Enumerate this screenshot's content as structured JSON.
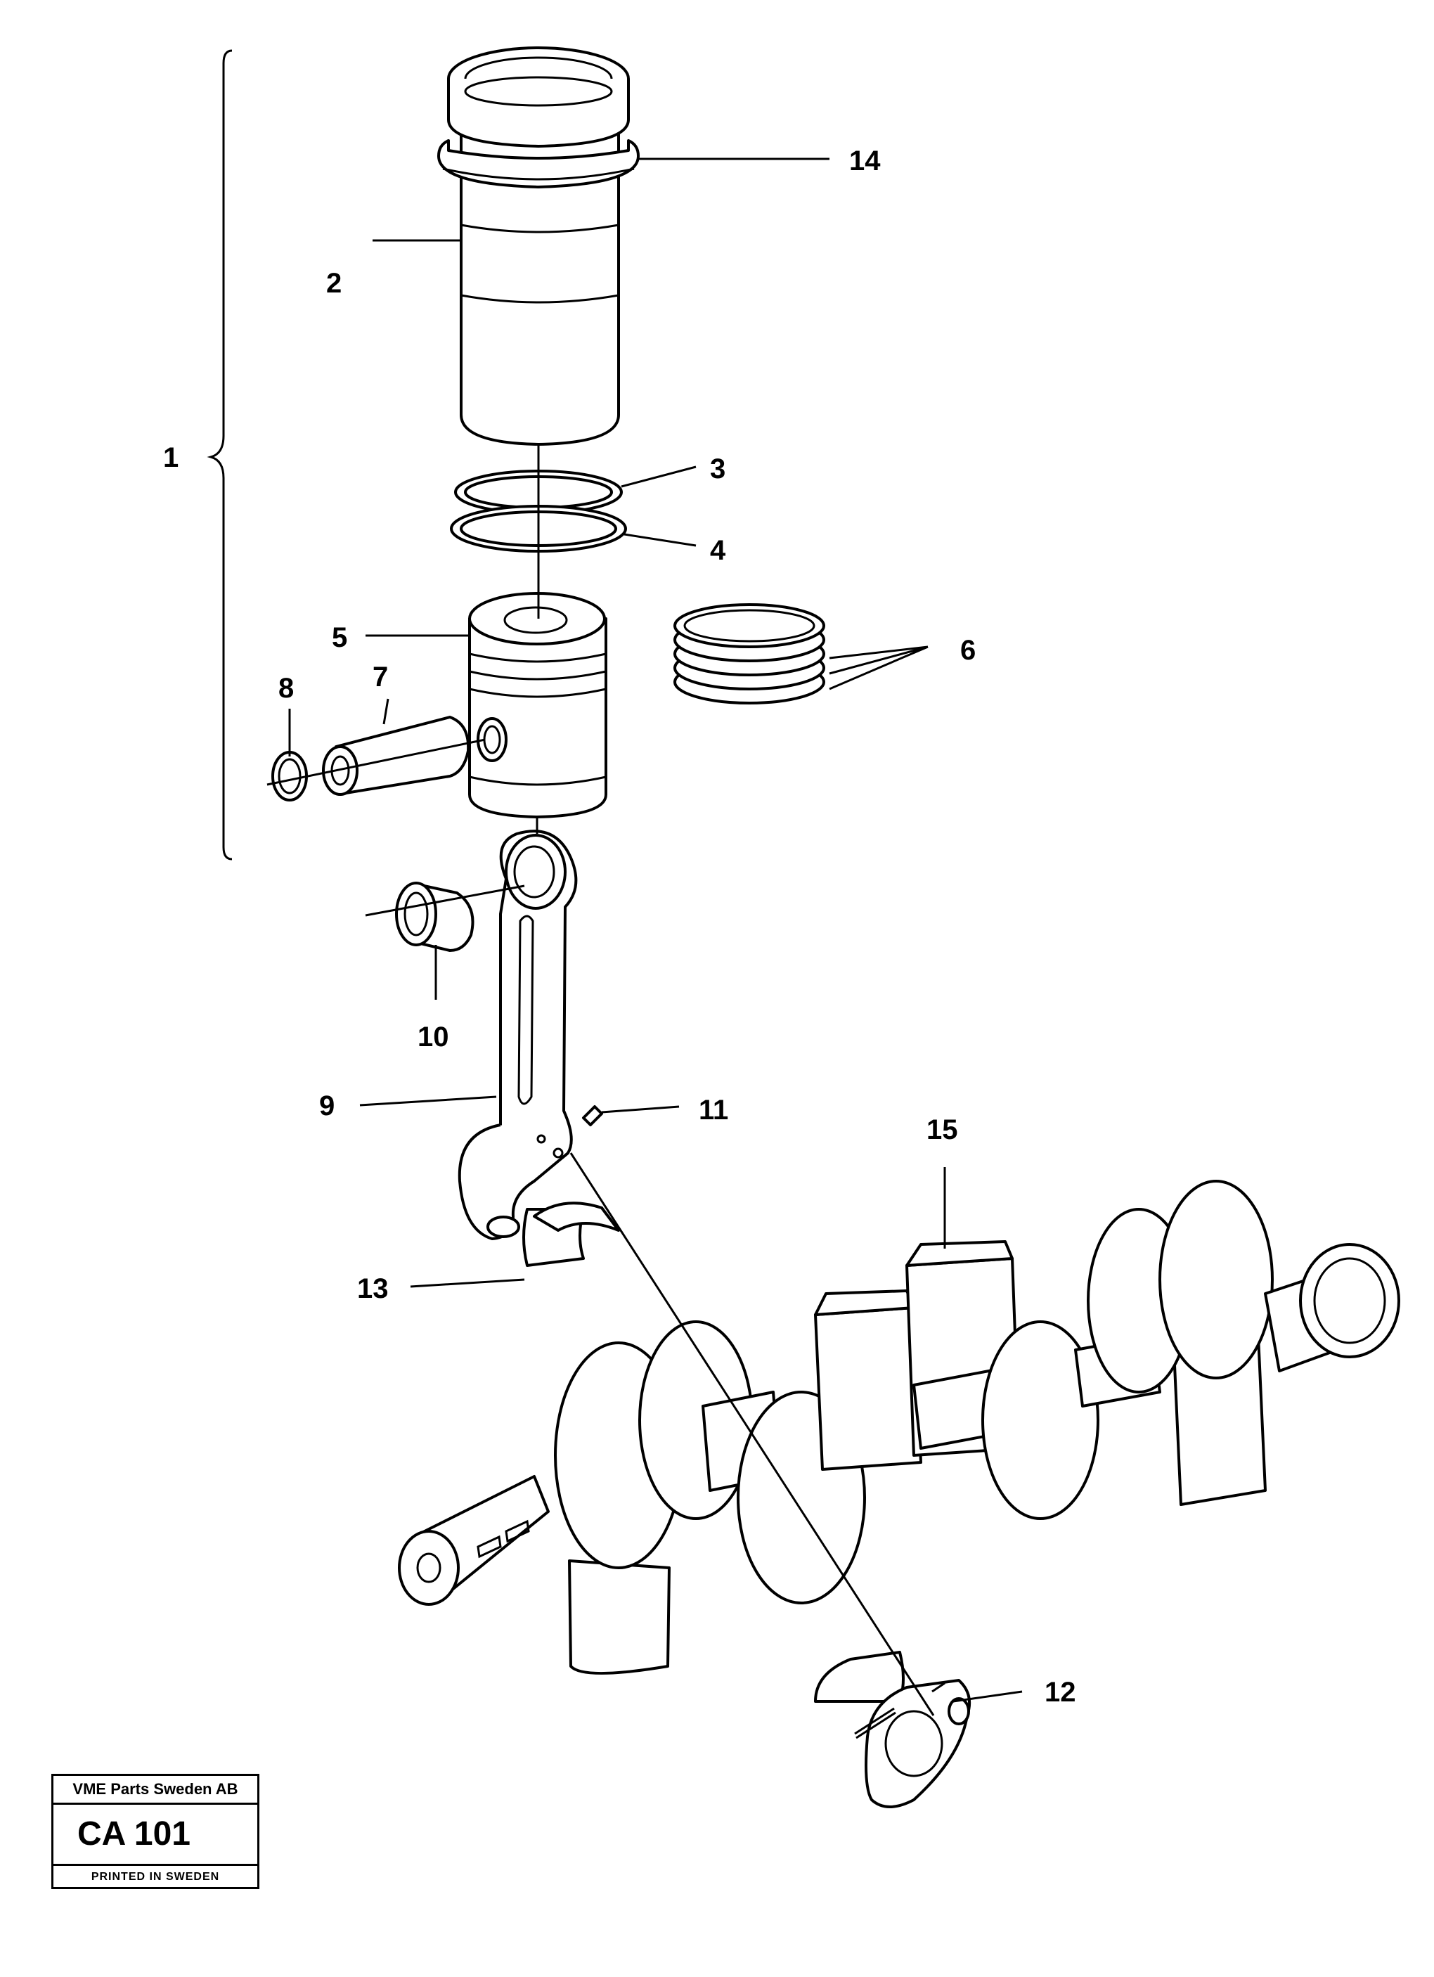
{
  "callouts": {
    "c1": "1",
    "c2": "2",
    "c3": "3",
    "c4": "4",
    "c5": "5",
    "c6": "6",
    "c7": "7",
    "c8": "8",
    "c9": "9",
    "c10": "10",
    "c11": "11",
    "c12": "12",
    "c13": "13",
    "c14": "14",
    "c15": "15"
  },
  "title_block": {
    "company": "VME Parts Sweden AB",
    "code": "CA 101",
    "printed": "PRINTED IN SWEDEN"
  }
}
